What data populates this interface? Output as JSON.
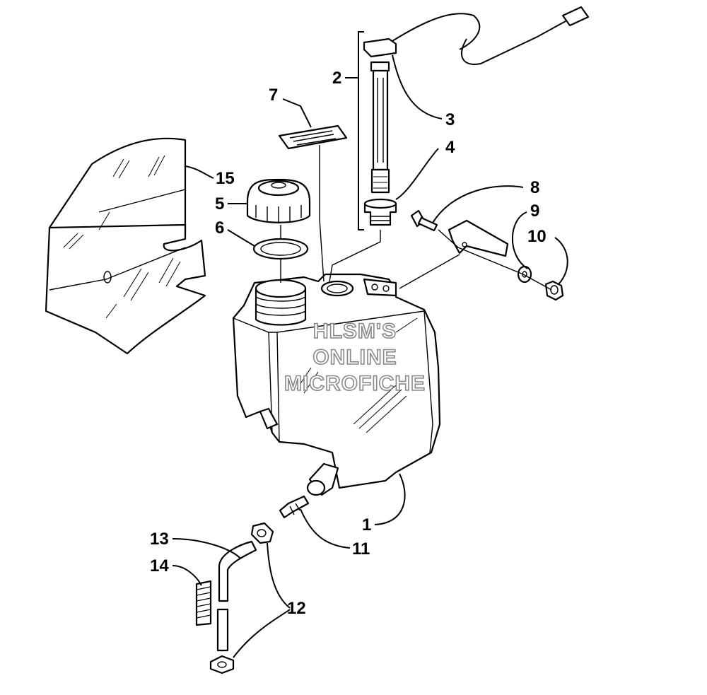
{
  "watermark": {
    "lines": [
      "HLSM'S",
      "ONLINE",
      "MICROFICHE"
    ]
  },
  "callouts": [
    {
      "id": "1",
      "label": "1"
    },
    {
      "id": "2",
      "label": "2"
    },
    {
      "id": "3",
      "label": "3"
    },
    {
      "id": "4",
      "label": "4"
    },
    {
      "id": "5",
      "label": "5"
    },
    {
      "id": "6",
      "label": "6"
    },
    {
      "id": "7",
      "label": "7"
    },
    {
      "id": "8",
      "label": "8"
    },
    {
      "id": "9",
      "label": "9"
    },
    {
      "id": "10",
      "label": "10"
    },
    {
      "id": "11",
      "label": "11"
    },
    {
      "id": "12",
      "label": "12"
    },
    {
      "id": "13",
      "label": "13"
    },
    {
      "id": "14",
      "label": "14"
    },
    {
      "id": "15",
      "label": "15"
    }
  ],
  "colors": {
    "ink": "#000000",
    "paper": "#ffffff",
    "watermark_outline": "#888888"
  }
}
